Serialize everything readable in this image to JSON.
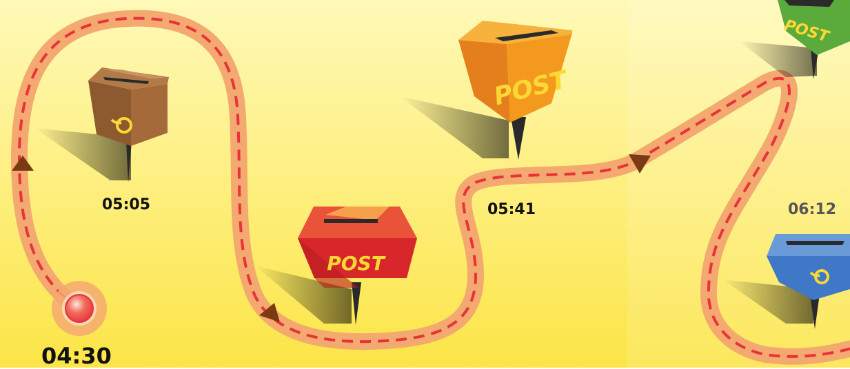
{
  "times": {
    "t0430": "04:30",
    "t0505": "05:05",
    "t0541": "05:41",
    "t0612": "06:12"
  },
  "mailboxes": {
    "brown": {
      "emblem": "post-horn"
    },
    "red": {
      "label": "POST"
    },
    "orange": {
      "label": "POST"
    },
    "green": {
      "label": "POST"
    },
    "blue": {
      "emblem": "post-horn"
    }
  },
  "colors": {
    "background_top": "#FFF9B8",
    "background_bottom": "#FCE547",
    "route_glow": "#F4A970",
    "route_dash": "#E8333A",
    "arrow": "#7A3A12",
    "start_marker": "#E8333A",
    "time_text": "#111111",
    "time_text_muted": "#555555"
  }
}
